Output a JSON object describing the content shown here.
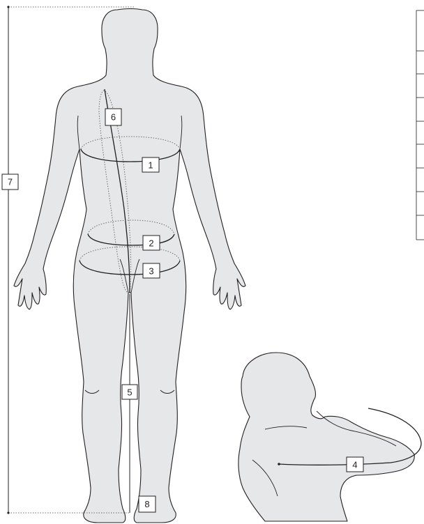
{
  "colors": {
    "body_fill": "#e6e7e8",
    "outline": "#231f20",
    "dotted": "#6d6e71",
    "label_background": "#ffffff"
  },
  "labels": {
    "m1": "1",
    "m2": "2",
    "m3": "3",
    "m4": "4",
    "m5": "5",
    "m6": "6",
    "m7": "7",
    "m8": "8"
  },
  "table": {
    "rows": 9,
    "cells": []
  }
}
